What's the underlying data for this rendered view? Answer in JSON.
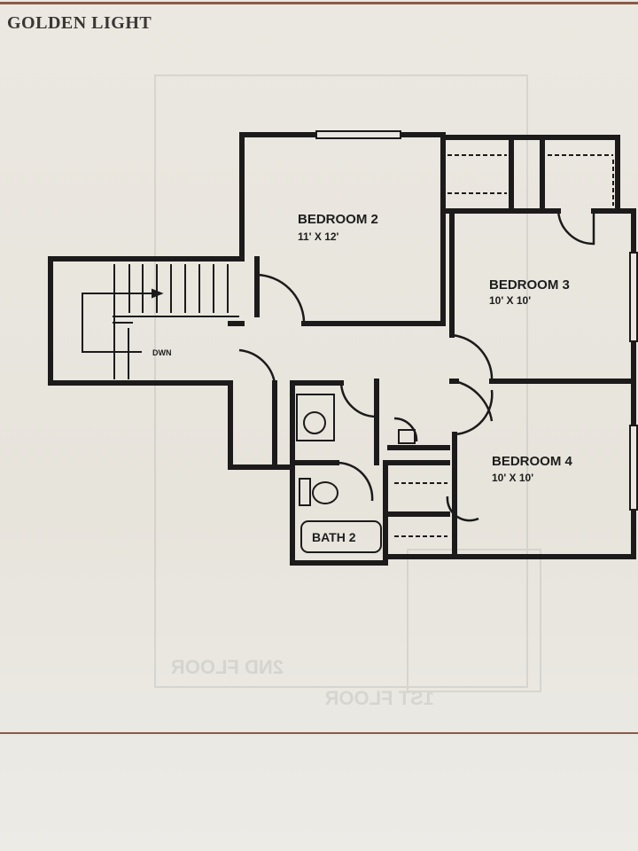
{
  "header": {
    "title": "GOLDEN LIGHT"
  },
  "plan": {
    "rooms": [
      {
        "name": "BEDROOM 2",
        "size": "11' X 12'"
      },
      {
        "name": "BEDROOM 3",
        "size": "10' X 10'"
      },
      {
        "name": "BEDROOM 4",
        "size": "10' X 10'"
      },
      {
        "name": "BATH 2"
      }
    ],
    "stair_label": "DWN",
    "bleed_through": [
      "2ND FLOOR",
      "1ST FLOOR"
    ]
  }
}
